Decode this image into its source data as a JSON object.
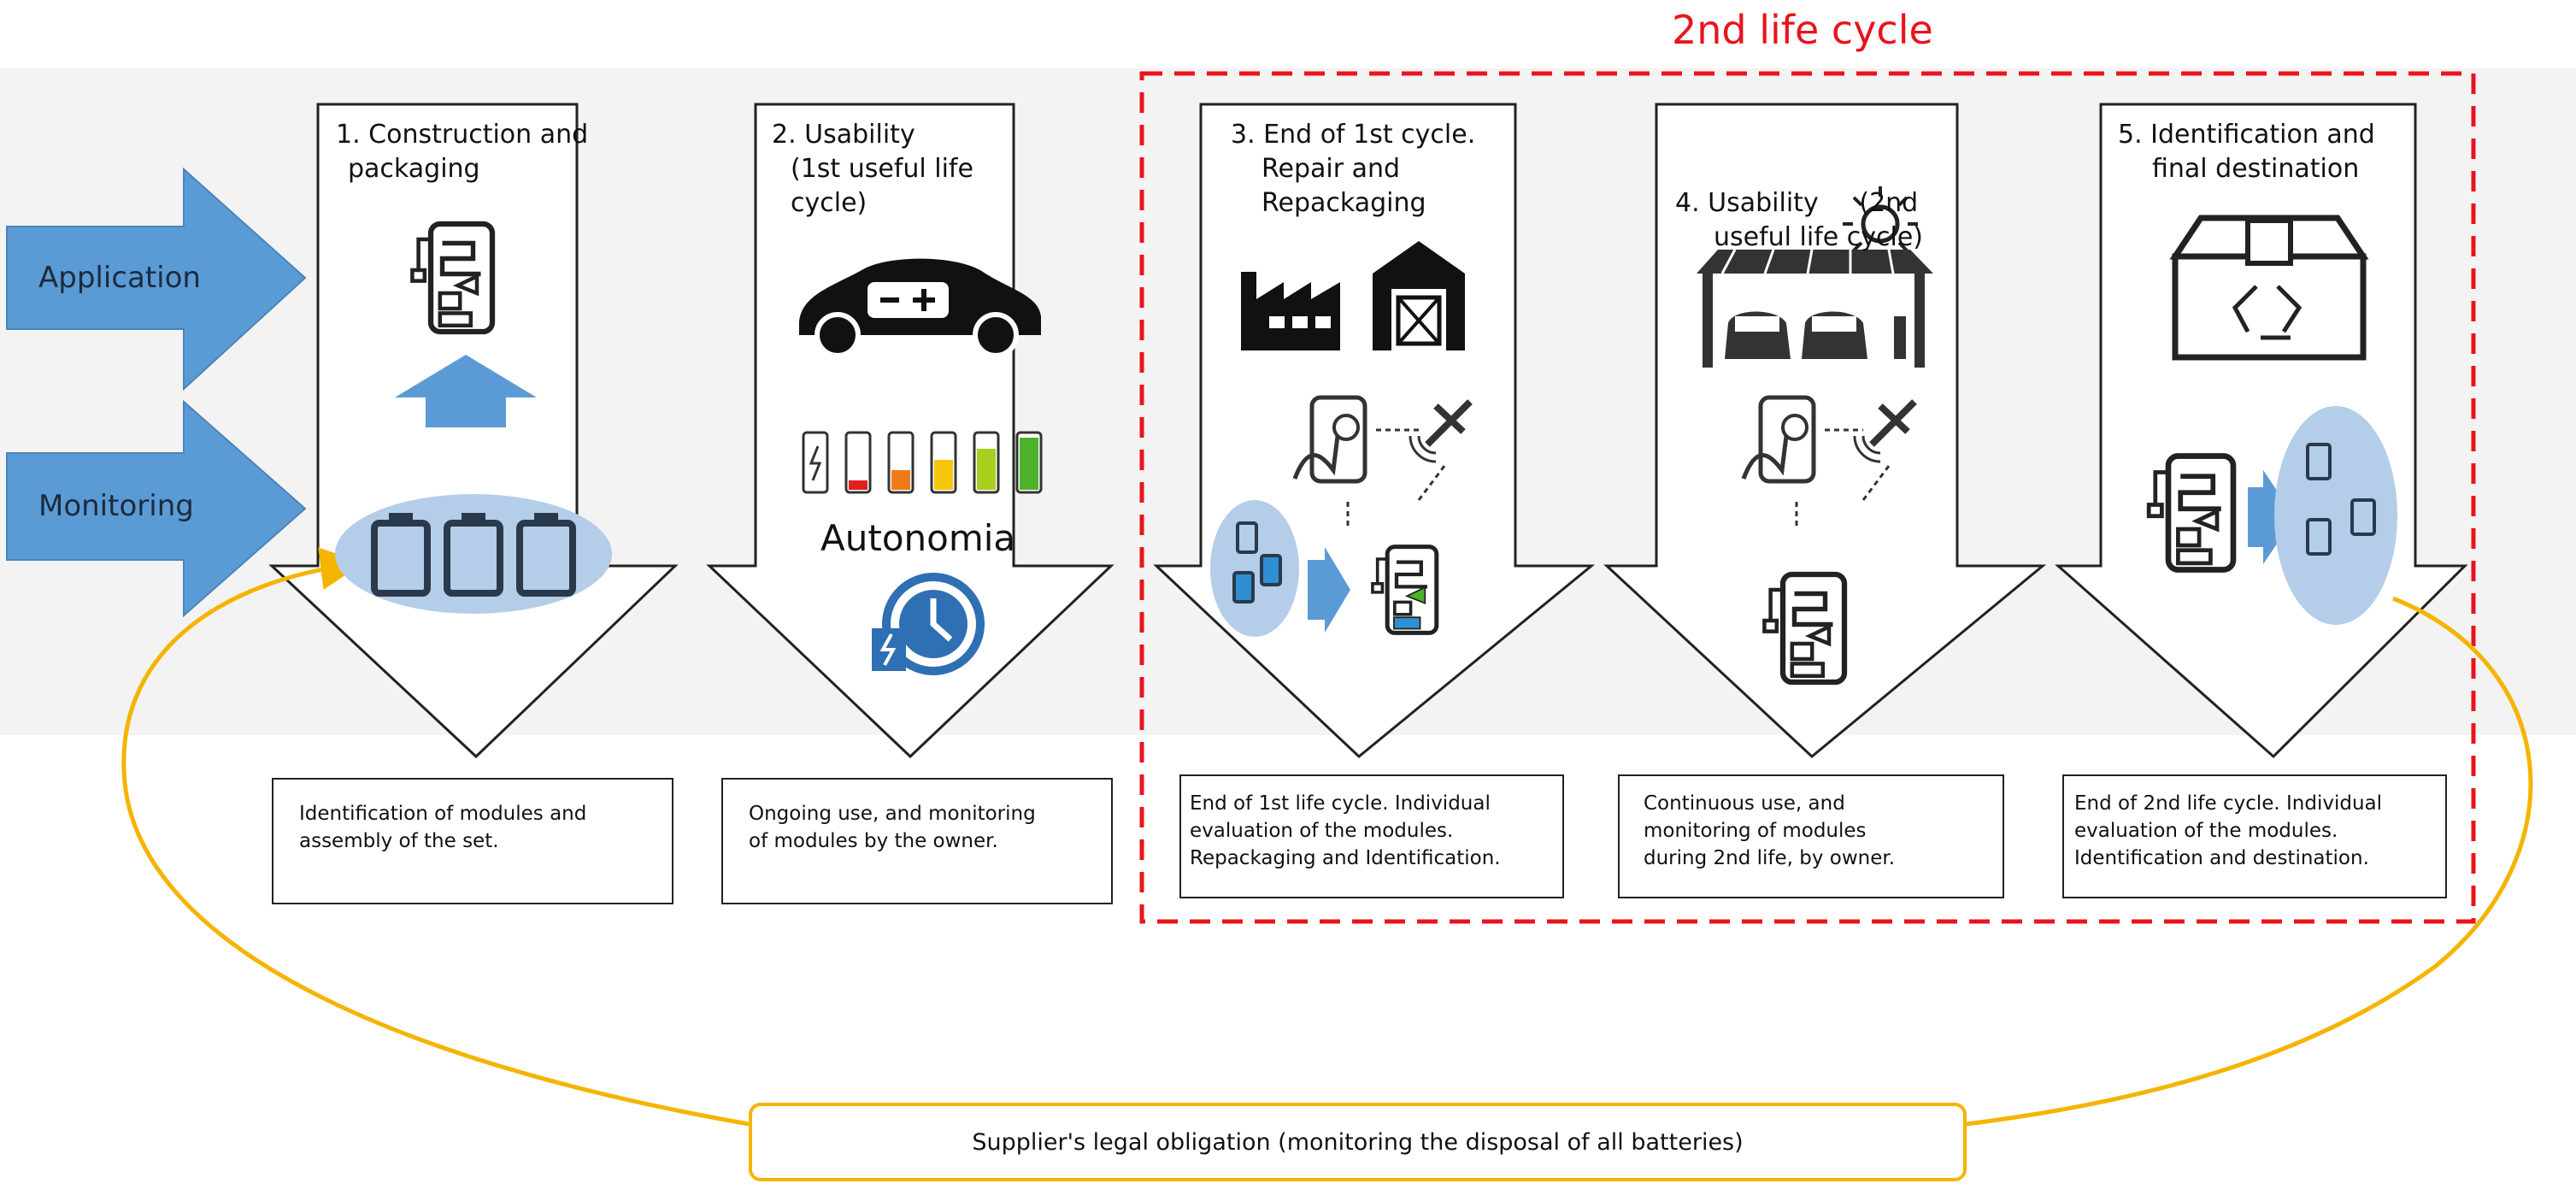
{
  "cycle_label": "2nd life cycle",
  "side_arrows": {
    "application": "Application",
    "monitoring": "Monitoring"
  },
  "steps": [
    {
      "title_lines": [
        "1. Construction and",
        "packaging"
      ],
      "description_lines": [
        "Identification of modules and",
        "assembly of the set."
      ]
    },
    {
      "title_lines": [
        "2. Usability",
        "(1st useful life",
        "cycle)"
      ],
      "description_lines": [
        "Ongoing use, and monitoring",
        "of modules by the owner."
      ]
    },
    {
      "title_lines": [
        "3. End of 1st cycle.",
        "Repair and",
        "Repackaging"
      ],
      "description_lines": [
        "End of 1st life cycle. Individual",
        "evaluation of the modules.",
        "Repackaging and Identification."
      ]
    },
    {
      "title_lines": [
        "4. Usability     (2nd",
        "useful life cycle)"
      ],
      "description_lines": [
        "Continuous use, and",
        "monitoring of modules",
        "during 2nd life, by owner."
      ]
    },
    {
      "title_lines": [
        "5. Identification and",
        "final destination"
      ],
      "description_lines": [
        "End of 2nd life cycle. Individual",
        "evaluation of the modules.",
        "Identification and destination."
      ]
    }
  ],
  "autonomia_label": "Autonomia",
  "legal_obligation": "Supplier's legal obligation (monitoring the disposal of all batteries)",
  "colors": {
    "arrow_blue": "#5b9bd5",
    "module_highlight": "#b4cde8",
    "cycle_red": "#e8141c",
    "loop_yellow": "#f5b400"
  },
  "icons": [
    "battery-pack-icon",
    "battery-modules-icon",
    "electric-car-icon",
    "battery-level-icon",
    "clock-charge-icon",
    "factory-icon",
    "warehouse-icon",
    "touch-phone-icon",
    "satellite-icon",
    "solar-carport-icon",
    "sun-icon",
    "recycle-box-icon"
  ]
}
